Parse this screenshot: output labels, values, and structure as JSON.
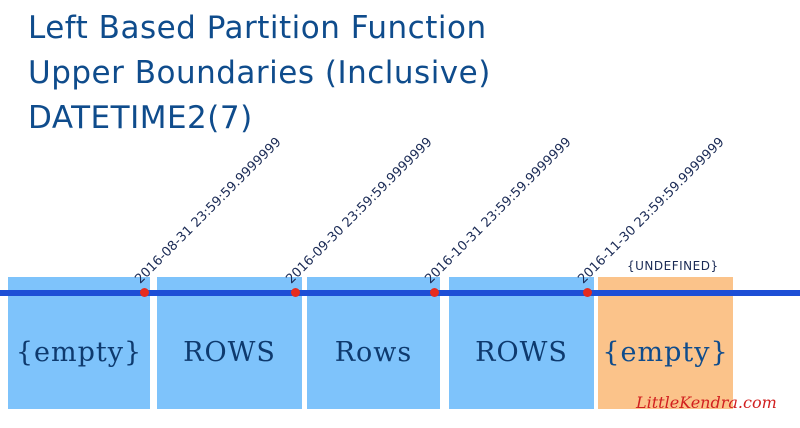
{
  "title": {
    "line1": "Left Based Partition Function",
    "line2": "Upper Boundaries (Inclusive)",
    "line3": "DATETIME2(7)"
  },
  "boundaries": [
    "2016-08-31 23:59:59.9999999",
    "2016-09-30 23:59:59.9999999",
    "2016-10-31 23:59:59.9999999",
    "2016-11-30 23:59:59.9999999"
  ],
  "partitions": [
    {
      "label": "{empty}",
      "color": "#7ec3fb"
    },
    {
      "label": "ROWS",
      "color": "#7ec3fb"
    },
    {
      "label": "Rows",
      "color": "#7ec3fb"
    },
    {
      "label": "ROWS",
      "color": "#7ec3fb"
    },
    {
      "label": "{empty}",
      "color": "#fbc38a"
    }
  ],
  "undefined_label": "{UNDEFINED}",
  "signature": "LittleKendra.com",
  "colors": {
    "line": "#1e4fd6",
    "boundary_dot": "#e62b1e",
    "title_text": "#0f4c8c"
  }
}
